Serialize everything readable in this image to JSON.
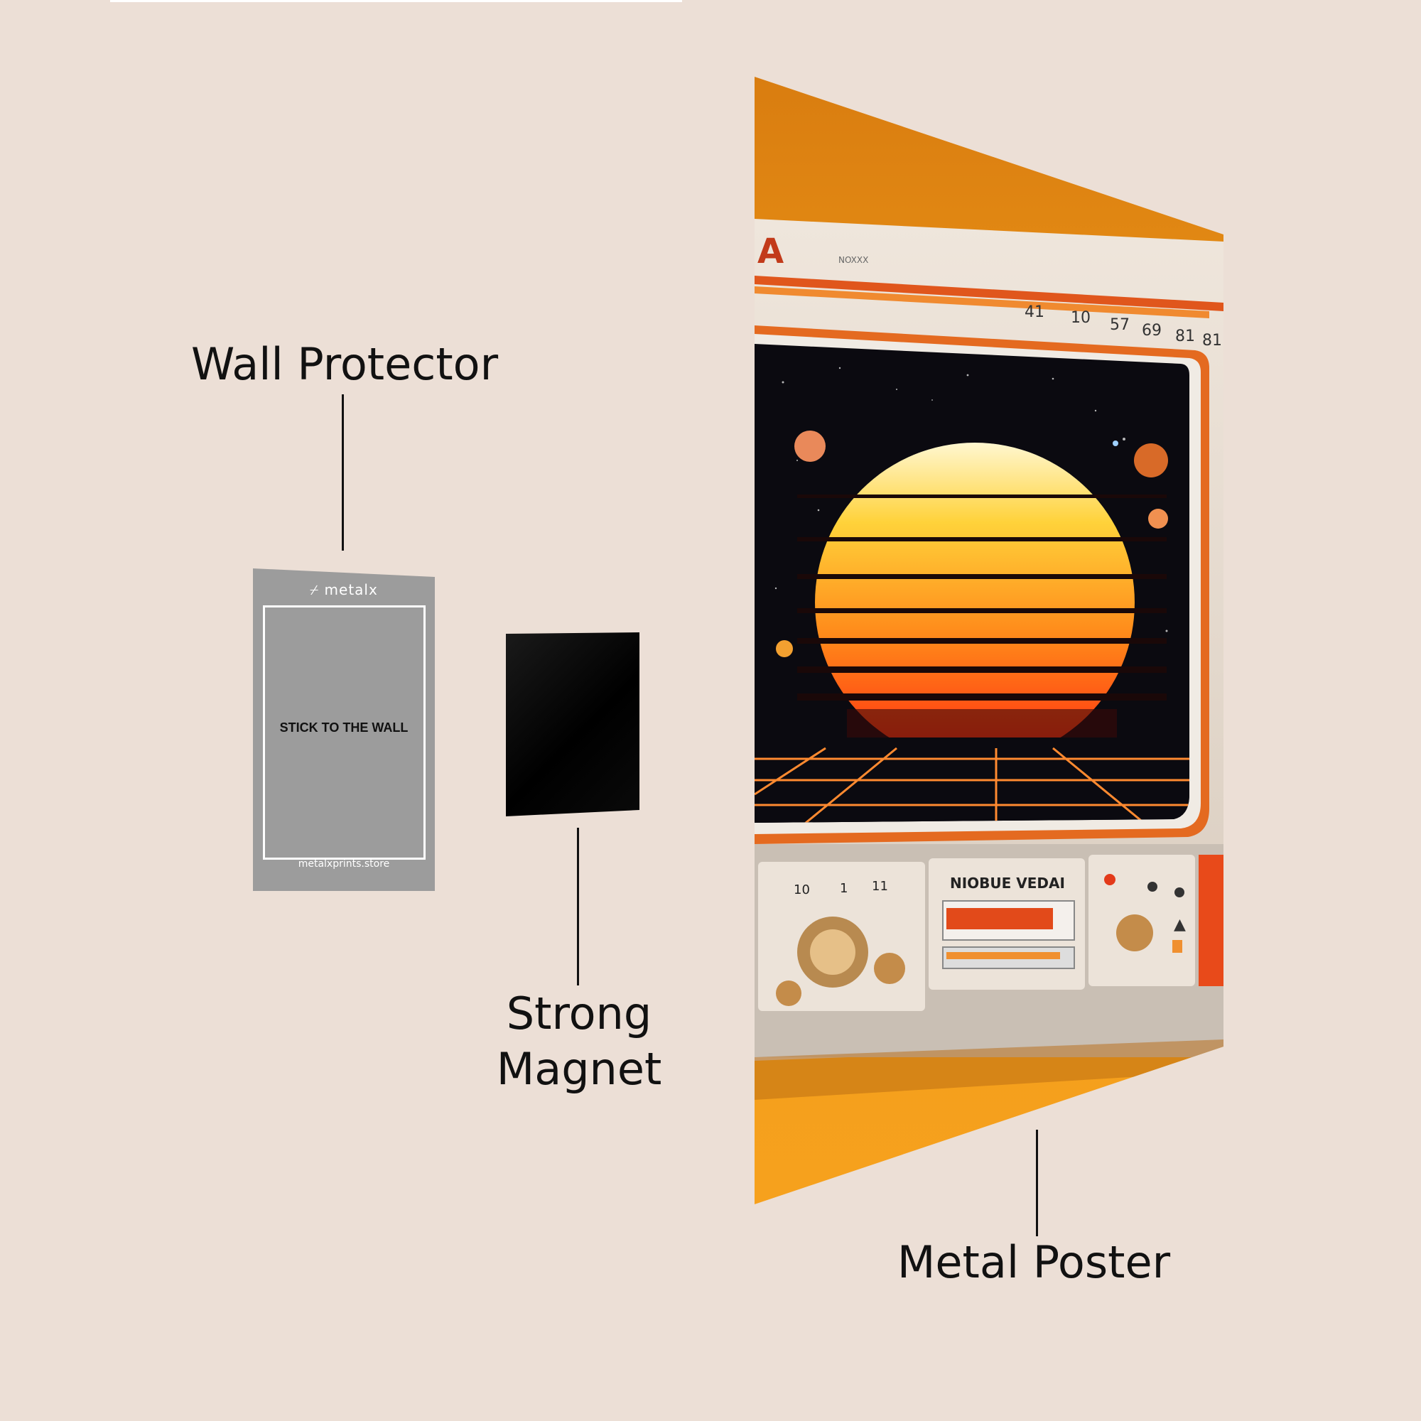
{
  "labels": {
    "wall_protector": "Wall Protector",
    "strong_magnet_line1": "Strong",
    "strong_magnet_line2": "Magnet",
    "metal_poster": "Metal Poster"
  },
  "protector": {
    "brand": "metalx",
    "instruction": "STICK TO THE WALL",
    "website": "metalxprints.store"
  },
  "radio_panel": {
    "dial_numbers": [
      "41",
      "10",
      "57",
      "69",
      "81",
      "81"
    ],
    "brand_small": "NOXXX",
    "left_panel_marks": [
      "10",
      "1",
      "11"
    ],
    "center_label": "NIOBUE VEDAI"
  },
  "colors": {
    "background": "#ecdfd6",
    "poster_orange": "#f09a18",
    "protector_gray": "#9c9c9c",
    "magnet_black": "#000000"
  }
}
